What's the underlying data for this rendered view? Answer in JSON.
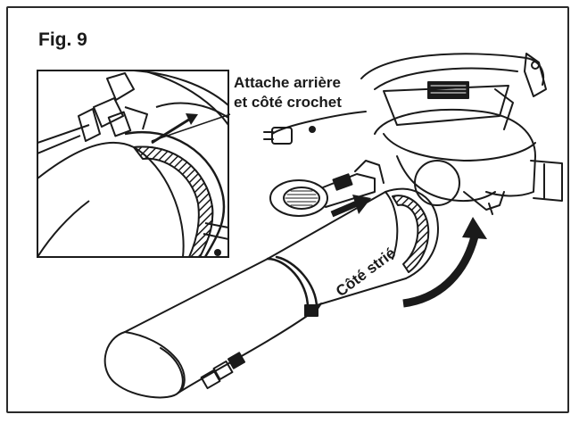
{
  "figure_label": "Fig. 9",
  "callout": {
    "line1": "Attache arrière",
    "line2": "et côté crochet"
  },
  "rotation_label": "Côté strié",
  "icons": [
    "curved-arrow-icon",
    "push-arrow-icon"
  ],
  "colors": {
    "ink": "#1a1a1a",
    "frame": "#2a2a2a",
    "background": "#ffffff"
  }
}
